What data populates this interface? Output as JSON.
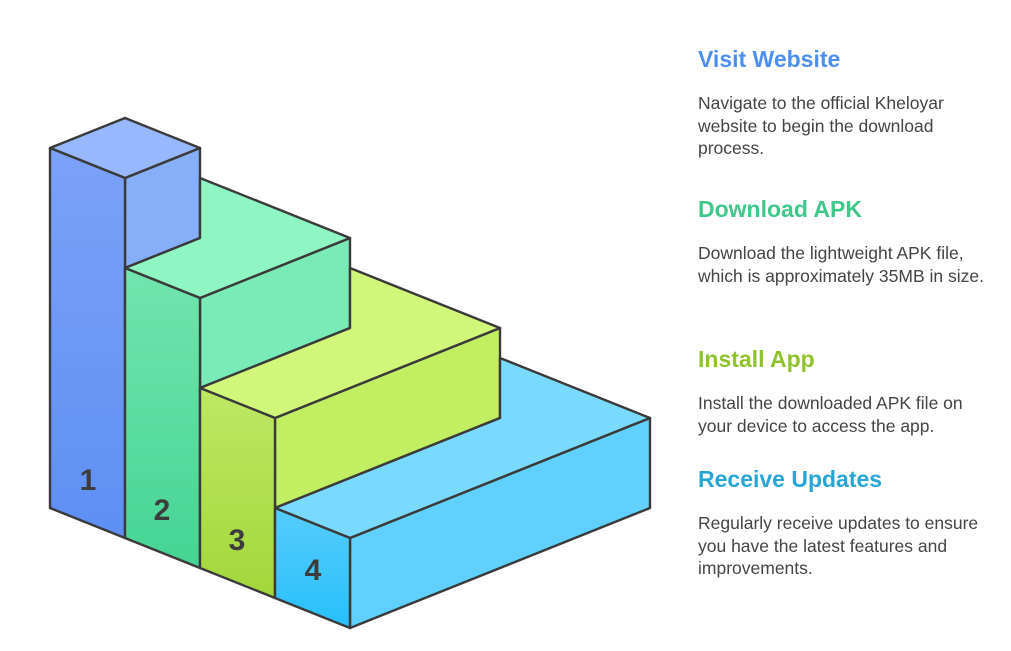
{
  "steps": [
    {
      "number": "1",
      "title": "Visit Website",
      "description": "Navigate to the official Kheloyar website to begin the download process.",
      "accent_color": "#4d8ff0",
      "top_color": "#97b8ff",
      "side_color": "#86aef9",
      "front_color_top": "#7ba2f7",
      "front_color_bottom": "#5e8ff4"
    },
    {
      "number": "2",
      "title": "Download APK",
      "description": "Download the lightweight APK file, which is approximately 35MB in size.",
      "accent_color": "#3fc88a",
      "top_color": "#8ff5c2",
      "side_color": "#79ebb6",
      "front_color_top": "#71e5ad",
      "front_color_bottom": "#45d493"
    },
    {
      "number": "3",
      "title": "Install App",
      "description": "Install the downloaded APK file on your device to access the app.",
      "accent_color": "#8fc22c",
      "top_color": "#d0f77a",
      "side_color": "#c2ef62",
      "front_color_top": "#bde864",
      "front_color_bottom": "#a2d73a"
    },
    {
      "number": "4",
      "title": "Receive Updates",
      "description": "Regularly receive updates to ensure you have the latest features and improvements.",
      "accent_color": "#27a6d6",
      "top_color": "#7ad9ff",
      "side_color": "#5fd0ff",
      "front_color_top": "#55ccfb",
      "front_color_bottom": "#27c0fa"
    }
  ]
}
